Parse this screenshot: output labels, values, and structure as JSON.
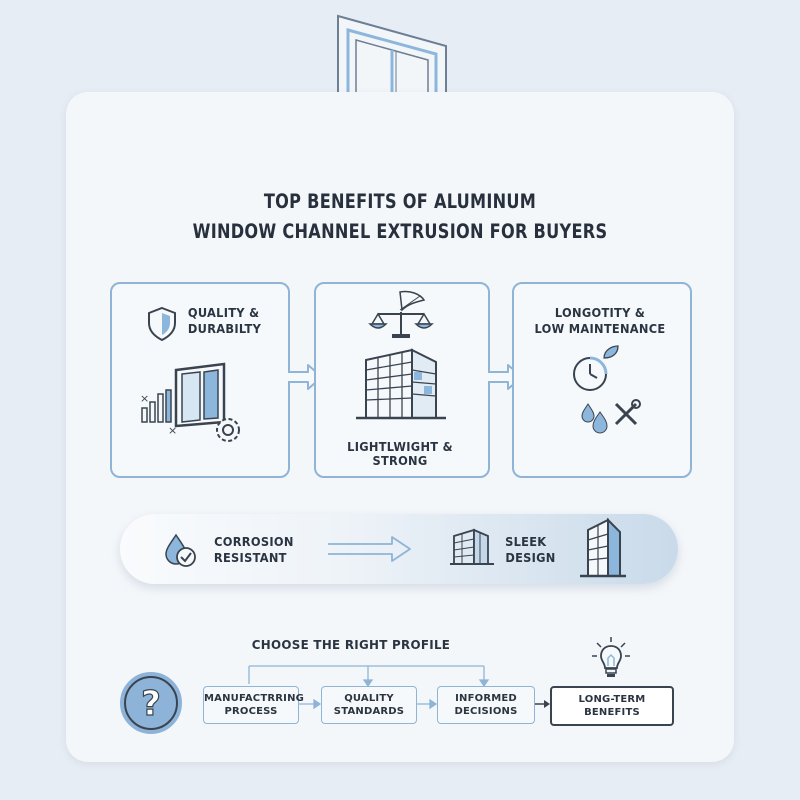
{
  "title": {
    "line1": "TOP BENEFITS OF ALUMINUM",
    "line2": "WINDOW CHANNEL EXTRUSION FOR BUYERS"
  },
  "benefits": [
    {
      "line1": "QUALITY &",
      "line2": "DURABILTY"
    },
    {
      "line1": "LIGHTLWIGHT & STRONG"
    },
    {
      "line1": "LONGOTITY &",
      "line2": "LOW MAINTENANCE"
    }
  ],
  "banner": {
    "left": {
      "line1": "CORROSION",
      "line2": "RESISTANT"
    },
    "right": {
      "line1": "SLEEK",
      "line2": "DESIGN"
    }
  },
  "choose": {
    "heading": "CHOOSE THE RIGHT PROFILE",
    "steps": [
      {
        "line1": "MANUFACTRRING",
        "line2": "PROCESS"
      },
      {
        "line1": "QUALITY",
        "line2": "STANDARDS"
      },
      {
        "line1": "INFORMED",
        "line2": "DECISIONS"
      },
      {
        "line1": "LONG-TERM",
        "line2": "BENEFITS"
      }
    ],
    "question_mark": "?"
  },
  "colors": {
    "accent_blue": "#8fb4d6",
    "dark_line": "#3a4450",
    "question_fill": "#8db3d8"
  }
}
